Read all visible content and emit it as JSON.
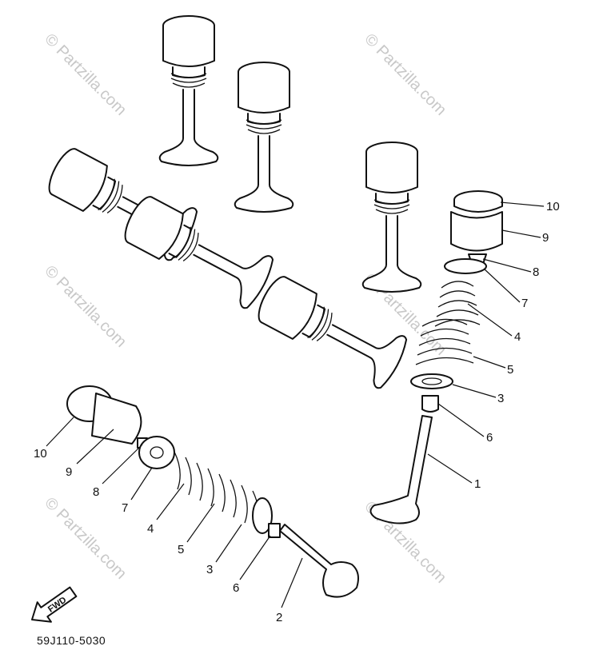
{
  "watermark": {
    "text": "© Partzilla.com"
  },
  "diagram": {
    "code": "59J110-5030",
    "fwd_label": "FWD",
    "callouts_right": [
      "10",
      "9",
      "8",
      "7",
      "4",
      "5",
      "3",
      "6",
      "1"
    ],
    "callouts_left": [
      "10",
      "9",
      "8",
      "7",
      "4",
      "5",
      "3",
      "6",
      "2"
    ]
  }
}
